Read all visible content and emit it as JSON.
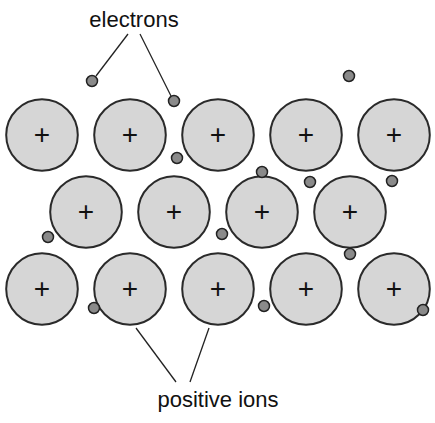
{
  "diagram": {
    "nodes": [
      {
        "text": [
          "+"
        ]
      },
      {
        "text": [
          "+"
        ]
      },
      {
        "text": [
          "+"
        ]
      },
      {
        "text": [
          "+"
        ]
      },
      {
        "text": [
          "+"
        ]
      },
      {
        "text": [
          "+"
        ]
      },
      {
        "text": [
          "+"
        ]
      },
      {
        "text": [
          "+"
        ]
      },
      {
        "text": [
          "+"
        ]
      },
      {
        "text": [
          "+"
        ]
      },
      {
        "text": [
          "+"
        ]
      },
      {
        "text": [
          "+"
        ]
      },
      {
        "text": [
          "+"
        ]
      },
      {
        "text": [
          "+"
        ]
      }
    ],
    "labels": [
      "electrons",
      "positive ions"
    ]
  }
}
